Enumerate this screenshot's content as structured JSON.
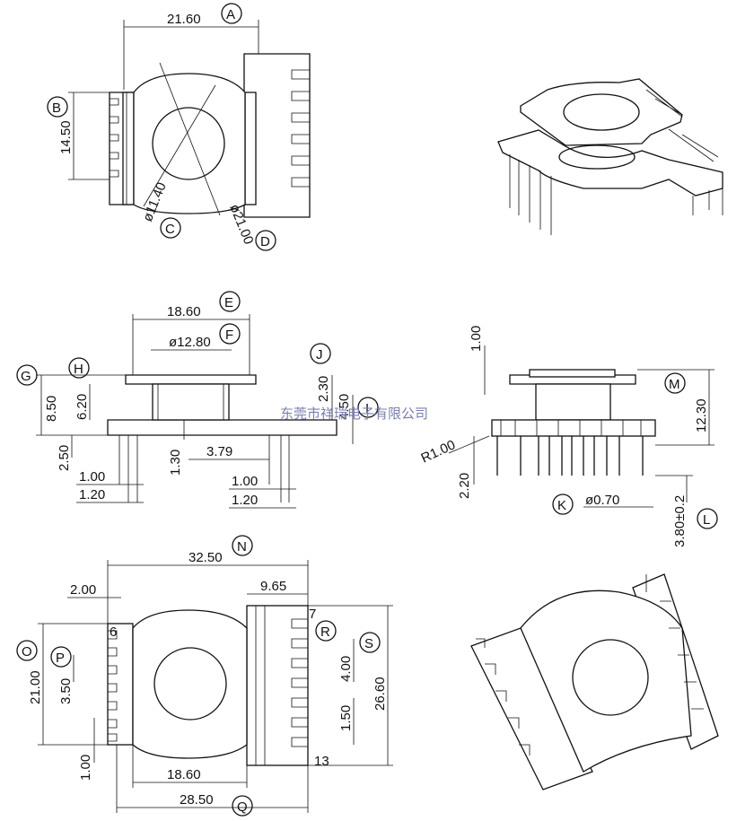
{
  "watermark": "东莞市祥瑞电子有限公司",
  "labels": [
    "A",
    "B",
    "C",
    "D",
    "E",
    "F",
    "G",
    "H",
    "J",
    "I",
    "M",
    "K",
    "L",
    "N",
    "O",
    "P",
    "R",
    "S",
    "Q"
  ],
  "dims": {
    "top": [
      "21.60",
      "14.50",
      "ø11.40",
      "ø21.00"
    ],
    "front": [
      "18.60",
      "ø12.80",
      "2.30",
      "4.50",
      "8.50",
      "6.20",
      "2.50",
      "1.30",
      "3.79",
      "1.00",
      "1.20",
      "1.00",
      "1.20"
    ],
    "side": [
      "1.00",
      "12.30",
      "R1.00",
      "2.20",
      "ø0.70",
      "3.80±0.2"
    ],
    "bottom": [
      "32.50",
      "9.65",
      "2.00",
      "21.00",
      "3.50",
      "4.00",
      "1.50",
      "26.60",
      "1.00",
      "18.60",
      "28.50"
    ]
  },
  "pins": [
    "6",
    "7",
    "13"
  ],
  "colors": {
    "line": "#111111",
    "watermark": "#7a7fb0"
  }
}
